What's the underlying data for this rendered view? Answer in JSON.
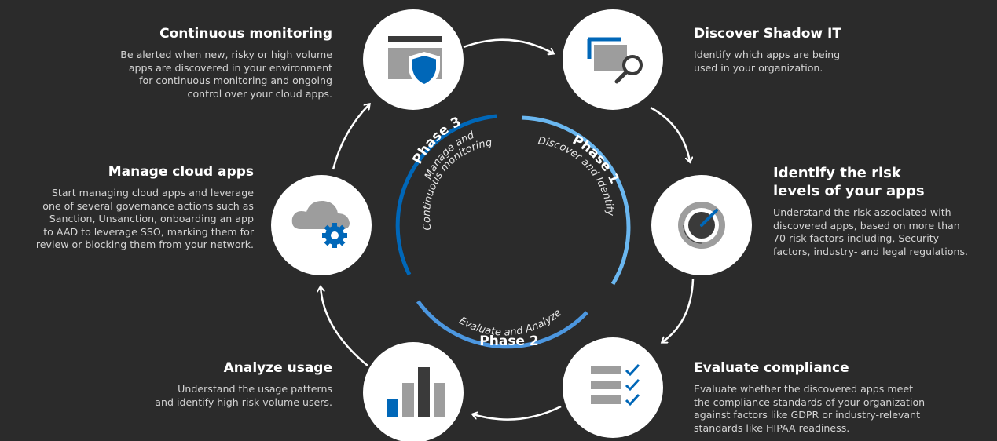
{
  "colors": {
    "background": "#2b2b2b",
    "accent_dark": "#0067b8",
    "accent_light": "#6ab7f0",
    "icon_gray": "#9d9d9d",
    "icon_dark": "#3a3a3a"
  },
  "center": {
    "phase1": {
      "title": "Phase 1",
      "subtitle": "Discover and Identify"
    },
    "phase2": {
      "title": "Phase 2",
      "subtitle": "Evaluate and Analyze"
    },
    "phase3": {
      "title": "Phase 3",
      "subtitle_line1": "Manage and",
      "subtitle_line2": "Continuous monitoring"
    }
  },
  "steps": {
    "continuous": {
      "title": "Continuous monitoring",
      "lines": [
        "Be alerted when new, risky or high volume",
        "apps are discovered in your environment",
        "for continuous monitoring and ongoing",
        "control over your cloud apps."
      ],
      "icon": "browser-shield-icon"
    },
    "discover": {
      "title": "Discover Shadow IT",
      "lines": [
        "Identify which apps are being",
        "used in your organization."
      ],
      "icon": "magnifier-icon"
    },
    "identify": {
      "title_line1": "Identify the risk",
      "title_line2": "levels of your apps",
      "lines": [
        "Understand the risk associated with",
        "discovered apps, based on more than",
        "70 risk factors including, Security",
        "factors, industry- and legal regulations."
      ],
      "icon": "gauge-icon"
    },
    "evaluate": {
      "title": "Evaluate compliance",
      "lines": [
        "Evaluate whether the discovered apps meet",
        "the compliance standards of your organization",
        "against factors like GDPR or industry-relevant",
        "standards like HIPAA readiness."
      ],
      "icon": "checklist-icon"
    },
    "analyze": {
      "title": "Analyze usage",
      "lines": [
        "Understand the usage patterns",
        "and identify high risk volume users."
      ],
      "icon": "bar-chart-icon"
    },
    "manage": {
      "title": "Manage cloud apps",
      "lines": [
        "Start managing cloud apps and leverage",
        "one of several governance actions such as",
        "Sanction, Unsanction, onboarding an app",
        "to AAD to leverage SSO, marking them for",
        "review or blocking them from your network."
      ],
      "icon": "cloud-gear-icon"
    }
  }
}
